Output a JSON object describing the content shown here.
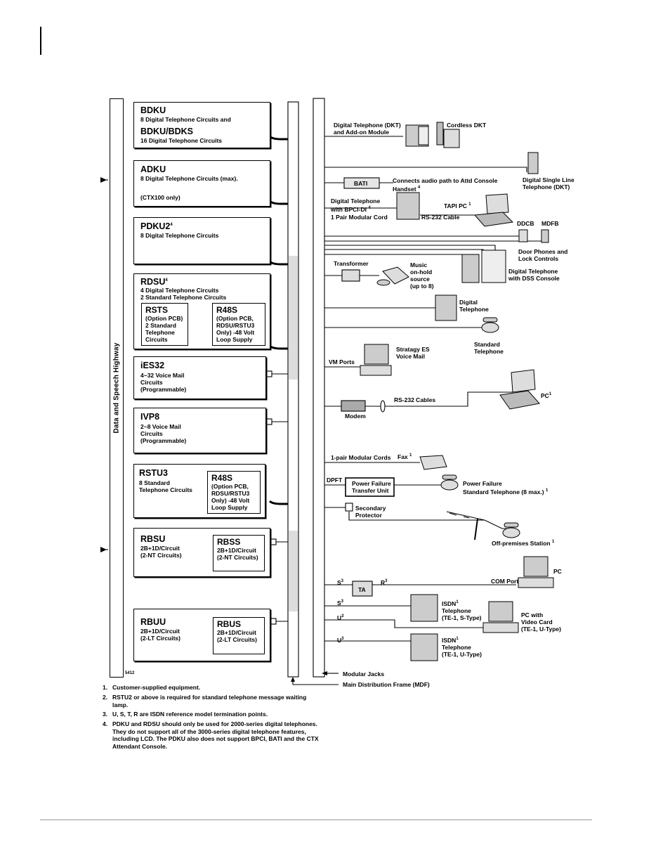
{
  "highway_label": "Data and Speech Highway",
  "cards": {
    "bdku": {
      "title": "BDKU",
      "desc": "8 Digital Telephone Circuits and",
      "title2": "BDKU/BDKS",
      "desc2": "16 Digital Telephone Circuits"
    },
    "adku": {
      "title": "ADKU",
      "desc": "8 Digital Telephone Circuits (max).",
      "desc2": "(CTX100 only)"
    },
    "pdku2": {
      "title": "PDKU2",
      "sup": "4",
      "desc": "8 Digital Telephone Circuits"
    },
    "rdsu": {
      "title": "RDSU",
      "sup": "4",
      "desc": "4 Digital Telephone Circuits",
      "desc2": "2 Standard Telephone Circuits"
    },
    "rsts": {
      "title": "RSTS",
      "lines": [
        "(Option PCB)",
        "2 Standard",
        "Telephone",
        "Circuits"
      ]
    },
    "r48s_a": {
      "title": "R48S",
      "lines": [
        "(Option PCB,",
        "RDSU/RSTU3",
        "Only) -48 Volt",
        "Loop Supply"
      ]
    },
    "ies32": {
      "title": "iES32",
      "lines": [
        "4~32 Voice Mail",
        "Circuits",
        "(Programmable)"
      ]
    },
    "ivp8": {
      "title": "IVP8",
      "lines": [
        "2~8 Voice Mail",
        "Circuits",
        "(Programmable)"
      ]
    },
    "rstu3": {
      "title": "RSTU3",
      "lines": [
        "8 Standard",
        "Telephone Circuits"
      ]
    },
    "r48s_b": {
      "title": "R48S",
      "lines": [
        "(Option PCB,",
        "RDSU/RSTU3",
        "Only) -48 Volt",
        "Loop Supply"
      ]
    },
    "rbsu": {
      "title": "RBSU",
      "lines": [
        "2B+1D/Circuit",
        "(2-NT Circuits)"
      ]
    },
    "rbss": {
      "title": "RBSS",
      "lines": [
        "2B+1D/Circuit",
        "(2-NT Circuits)"
      ]
    },
    "rbuu": {
      "title": "RBUU",
      "lines": [
        "2B+1D/Circuit",
        "(2-LT Circuits)"
      ]
    },
    "rbus": {
      "title": "RBUS",
      "lines": [
        "2B+1D/Circuit",
        "(2-LT Circuits)"
      ]
    }
  },
  "figure_code": "5412",
  "labels": {
    "dkt_addon": [
      "Digital Telephone (DKT)",
      "and Add-on Module"
    ],
    "cordless": "Cordless DKT",
    "single_line": [
      "Digital Single Line",
      "Telephone (DKT)"
    ],
    "bati": "BATI",
    "bati_desc": [
      "Connects audio path to Attd Console",
      "Handset"
    ],
    "bati_sup": "4",
    "bpci": [
      "Digital Telephone",
      "with BPCI-DI"
    ],
    "bpci_sup": "4",
    "tapi_pc": "TAPI PC",
    "tapi_sup": "1",
    "pair_cord": "1 Pair Modular Cord",
    "rs232": "RS-232 Cable",
    "ddcb": "DDCB",
    "mdfb": "MDFB",
    "door": [
      "Door Phones and",
      "Lock Controls"
    ],
    "transformer": "Transformer",
    "music": [
      "Music",
      "on-hold",
      "source",
      "(up to 8)"
    ],
    "dss": [
      "Digital Telephone",
      "with DSS Console"
    ],
    "digital_tel": [
      "Digital",
      "Telephone"
    ],
    "standard_tel": [
      "Standard",
      "Telephone"
    ],
    "stratagy": [
      "Stratagy ES",
      "Voice Mail"
    ],
    "vm_ports": "VM Ports",
    "rs232s": "RS-232 Cables",
    "pc": "PC",
    "pc_sup": "1",
    "modem": "Modem",
    "modular_cords": "1-pair Modular Cords",
    "fax": "Fax",
    "fax_sup": "1",
    "dpft": "DPFT",
    "pftu": [
      "Power Failure",
      "Transfer Unit"
    ],
    "pf_tel": [
      "Power Failure",
      "Standard Telephone (8 max.)"
    ],
    "pf_sup": "1",
    "secondary": [
      "Secondary",
      "Protector"
    ],
    "offprem": "Off-premises Station",
    "offprem_sup": "1",
    "s": "S",
    "r": "R",
    "u": "U",
    "ref_sup": "3",
    "ta": "TA",
    "com_port": "COM Port",
    "pc2": "PC",
    "isdn_s": [
      "ISDN",
      "Telephone",
      "(TE-1, S-Type)"
    ],
    "isdn_sup": "1",
    "pc_video": [
      "PC with",
      "Video Card",
      "(TE-1, U-Type)"
    ],
    "isdn_u": [
      "ISDN",
      "Telephone",
      "(TE-1, U-Type)"
    ],
    "modular_jacks": "Modular Jacks",
    "mdf": "Main Distribution Frame (MDF)"
  },
  "notes": [
    {
      "n": "1.",
      "text": "Customer-supplied equipment."
    },
    {
      "n": "2.",
      "text": "RSTU2 or above is required for standard telephone message waiting lamp."
    },
    {
      "n": "3.",
      "text": "U, S, T, R are ISDN reference model termination points."
    },
    {
      "n": "4.",
      "text": "PDKU and RDSU should only be used for 2000-series digital telephones. They do not support all of the 3000-series digital telephone features, including LCD. The PDKU also does not support BPCI, BATI and the CTX Attendant Console."
    }
  ]
}
